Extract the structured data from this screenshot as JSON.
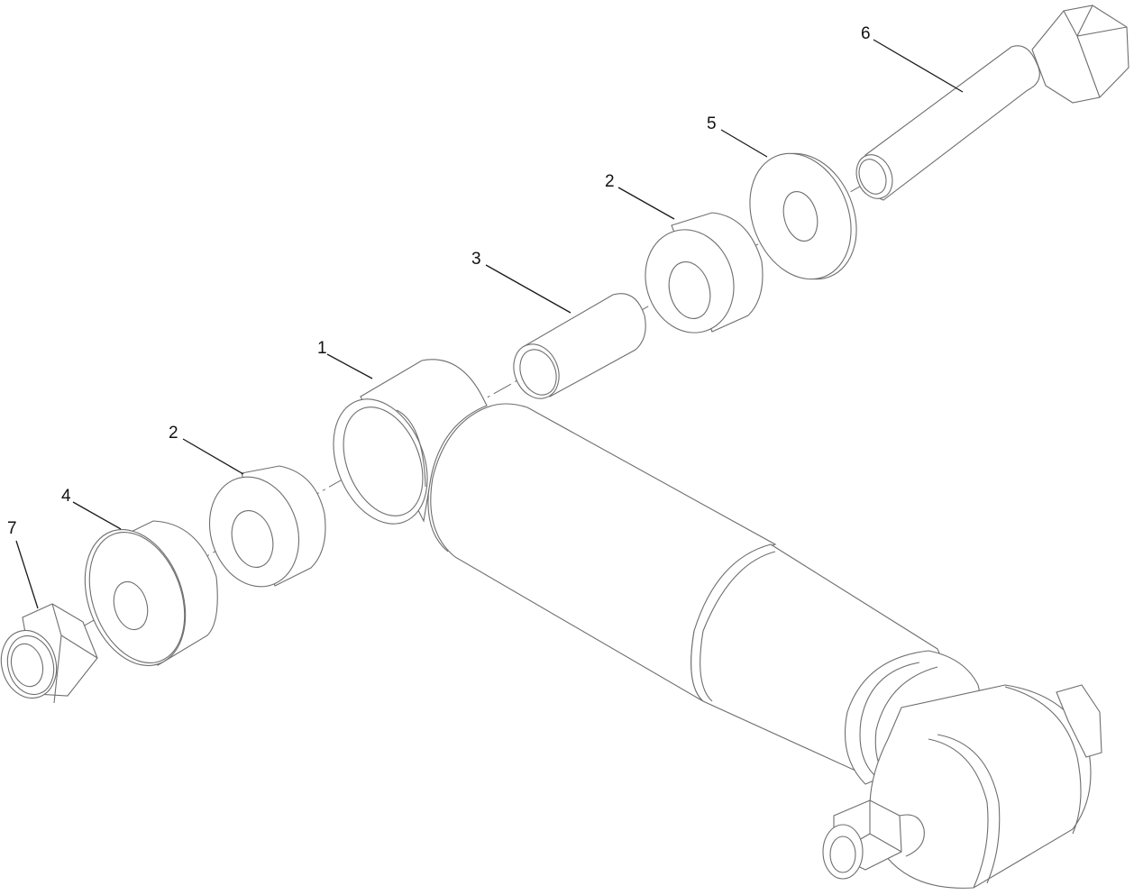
{
  "diagram": {
    "type": "exploded-parts-view",
    "subject": "shock absorber mounting hardware",
    "colors": {
      "line": "#6e6e6e",
      "leader": "#1a1a1a",
      "text": "#111111",
      "background": "#ffffff"
    },
    "callouts": [
      {
        "id": "c1",
        "label": "1",
        "part": "outer-sleeve-bushing"
      },
      {
        "id": "c2a",
        "label": "2",
        "part": "rubber-bushing-lower"
      },
      {
        "id": "c2b",
        "label": "2",
        "part": "rubber-bushing-upper"
      },
      {
        "id": "c3",
        "label": "3",
        "part": "inner-spacer-tube"
      },
      {
        "id": "c4",
        "label": "4",
        "part": "spacer-washer-thick"
      },
      {
        "id": "c5",
        "label": "5",
        "part": "flat-washer"
      },
      {
        "id": "c6",
        "label": "6",
        "part": "hex-head-bolt"
      },
      {
        "id": "c7",
        "label": "7",
        "part": "lock-nut"
      }
    ]
  }
}
